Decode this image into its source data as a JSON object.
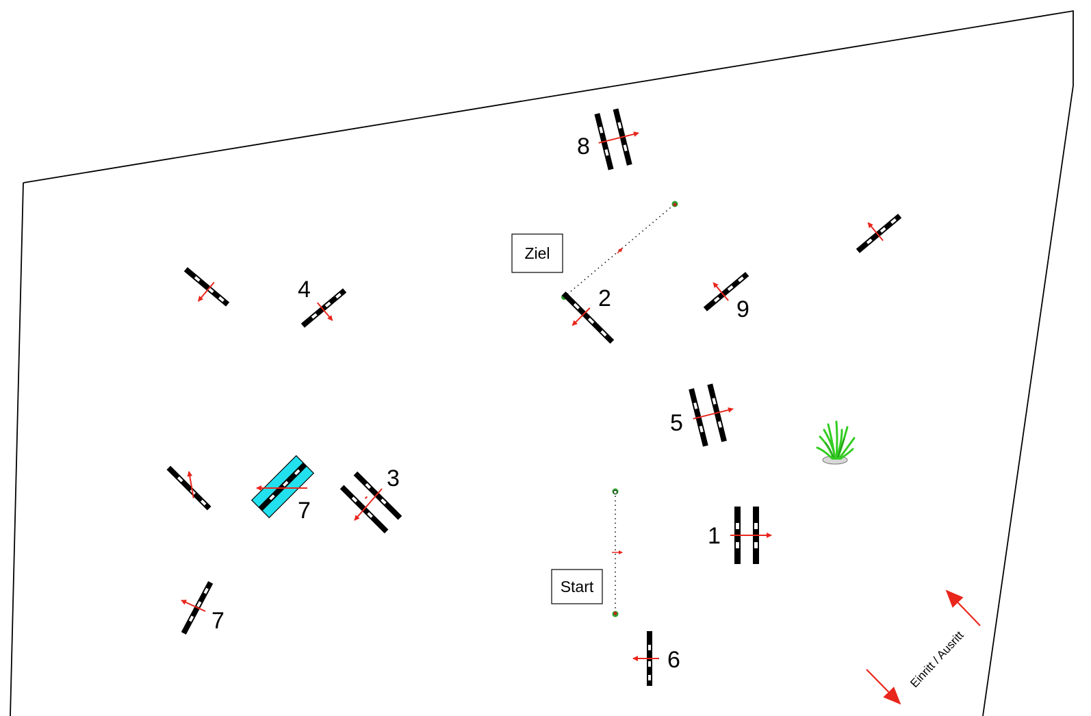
{
  "labels": {
    "ziel": "Ziel",
    "start": "Start",
    "entrance": "Einritt / Ausritt"
  },
  "obstacle_numbers": {
    "n1": "1",
    "n2": "2",
    "n3": "3",
    "n4": "4",
    "n5": "5",
    "n6": "6",
    "n7_water": "7",
    "n7_single": "7",
    "n8": "8",
    "n9": "9"
  },
  "colors": {
    "arena_border": "#000000",
    "pole": "#000000",
    "pole_stripe": "#ffffff",
    "direction_arrow": "#e8261c",
    "water": "#22e0ee",
    "plant": "#33cc22",
    "flag": "#2e9e2e"
  },
  "decoration": {
    "plant_icon": "grass-plant-icon"
  }
}
